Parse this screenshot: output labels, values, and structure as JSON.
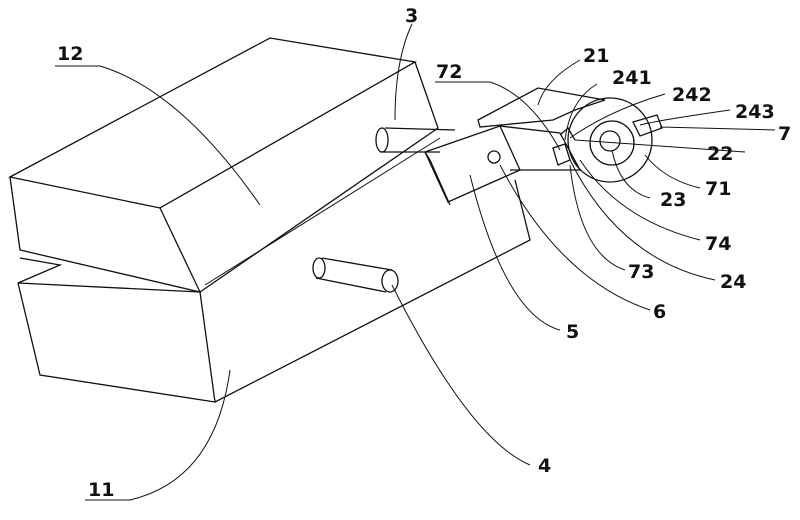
{
  "figure": {
    "labels": {
      "l12": "12",
      "l3": "3",
      "l72": "72",
      "l21": "21",
      "l241": "241",
      "l242": "242",
      "l243": "243",
      "l7": "7",
      "l22": "22",
      "l71": "71",
      "l23": "23",
      "l74": "74",
      "l73": "73",
      "l24": "24",
      "l6": "6",
      "l5": "5",
      "l4": "4",
      "l11": "11"
    }
  }
}
